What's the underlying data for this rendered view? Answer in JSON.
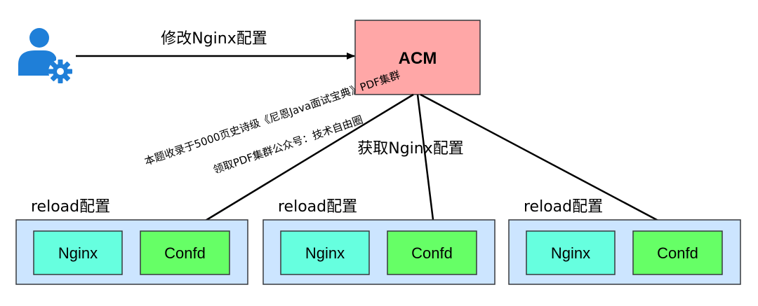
{
  "actor": {
    "icon": "user-settings-icon"
  },
  "edit_label": "修改Nginx配置",
  "acm": {
    "label": "ACM",
    "fill": "#FFA7A7"
  },
  "fetch_label": "获取Nginx配置",
  "watermark": {
    "line1": "本题收录于5000页史诗级《尼恩Java面试宝典》PDF集群",
    "line2": "领取PDF集群公众号：技术自由圈"
  },
  "nodes": [
    {
      "reload_label": "reload配置",
      "nginx_label": "Nginx",
      "confd_label": "Confd"
    },
    {
      "reload_label": "reload配置",
      "nginx_label": "Nginx",
      "confd_label": "Confd"
    },
    {
      "reload_label": "reload配置",
      "nginx_label": "Nginx",
      "confd_label": "Confd"
    }
  ],
  "colors": {
    "container": "#CCE5FF",
    "container_border": "#36393D",
    "nginx": "#66FFDF",
    "confd": "#66FF66",
    "icon": "#1F7FD8",
    "arrow": "#000000"
  }
}
